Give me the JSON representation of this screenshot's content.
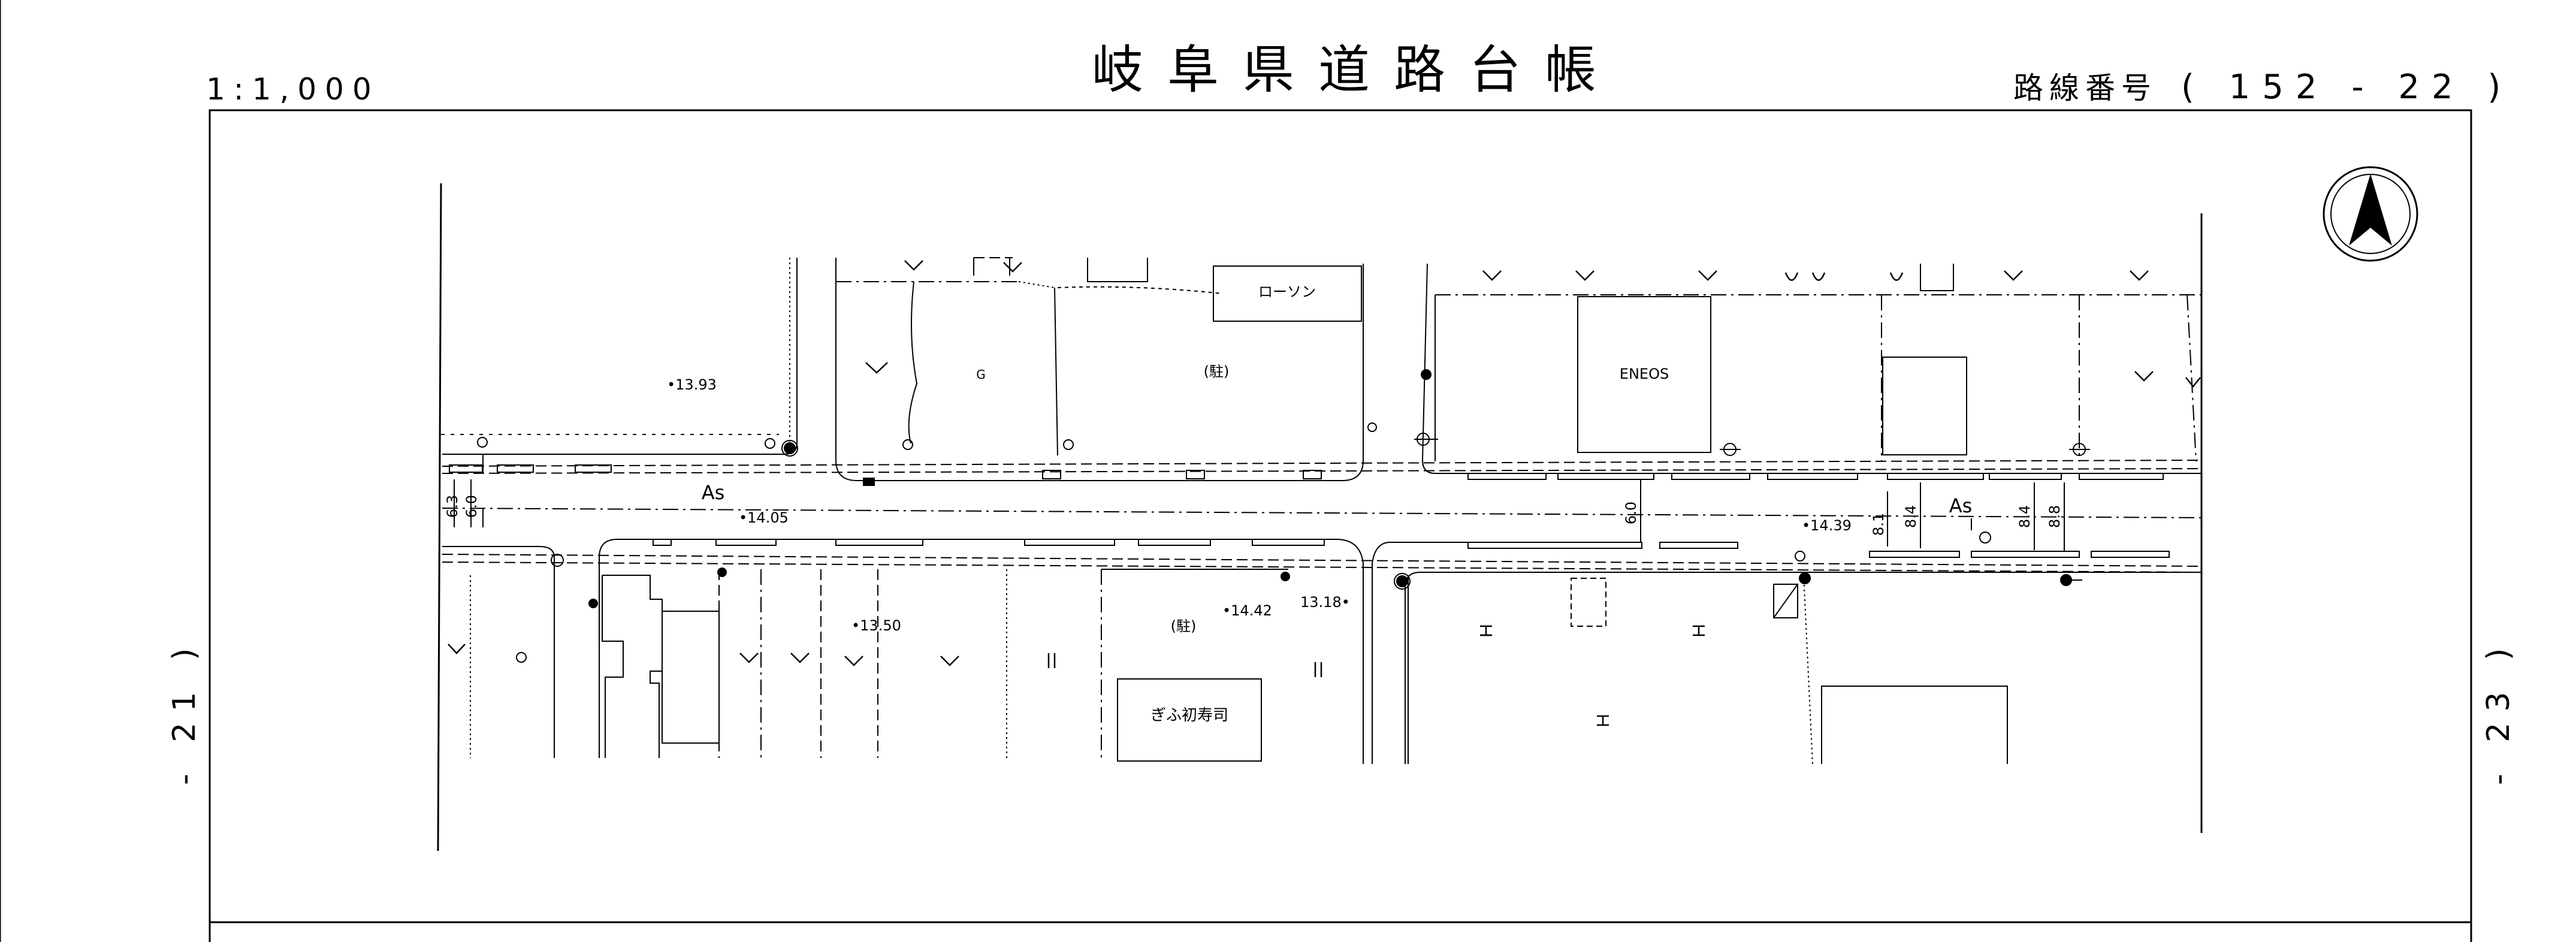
{
  "header": {
    "title": "岐阜県道路台帳",
    "scale": "1:1,000",
    "route_label": "路線番号",
    "route_number": "( 152 - 22 )"
  },
  "side_labels": {
    "left": "- 21 )",
    "right": "- 23 )"
  },
  "map": {
    "shops": {
      "lawson": "ローソン",
      "eneos": "ENEOS",
      "gifu_sushi": "ぎふ初寿司"
    },
    "parking": [
      "(駐)",
      "(駐)"
    ],
    "surface": [
      "As",
      "As"
    ],
    "land_mark_g": "G",
    "elevations": [
      "•13.93",
      "•14.05",
      "•13.50",
      "•14.42",
      "13.18•",
      "•14.39"
    ],
    "widths": [
      "6.3",
      "6.0",
      "6.0",
      "8.1",
      "8.4",
      "8.4",
      "8.8"
    ],
    "north_arrow": "north"
  },
  "colors": {
    "ink": "#000000",
    "paper": "#ffffff"
  }
}
